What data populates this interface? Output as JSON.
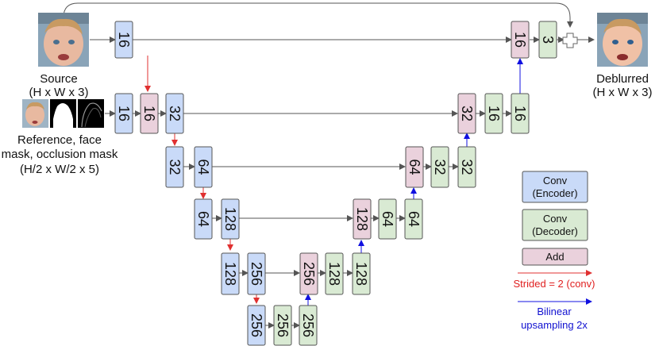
{
  "labels": {
    "source": [
      "Source",
      "(H x W x 3)"
    ],
    "deblurred": [
      "Deblurred",
      "(H x W x 3)"
    ],
    "reference": [
      "Reference, face",
      "mask, occlusion mask",
      "(H/2 x W/2 x 5)"
    ]
  },
  "blocks": {
    "enc_16_top": "16",
    "enc_16_l1": "16",
    "add_16_l1": "16",
    "enc_32_l1": "32",
    "enc_32_l2": "32",
    "enc_64_l2": "64",
    "enc_64_l3": "64",
    "enc_128_l3": "128",
    "enc_128_l4": "128",
    "enc_256_l4": "256",
    "enc_256_l5": "256",
    "dec_256_l5a": "256",
    "dec_256_l5b": "256",
    "add_256_l4": "256",
    "dec_128_l4a": "128",
    "dec_128_l4b": "128",
    "add_128_l3": "128",
    "dec_64_l3a": "64",
    "dec_64_l3b": "64",
    "add_64_l2": "64",
    "dec_32_l2a": "32",
    "dec_32_l2b": "32",
    "add_32_l1": "32",
    "dec_16_l1a": "16",
    "dec_16_l1b": "16",
    "add_16_top": "16",
    "dec_3_top": "3"
  },
  "legend": {
    "encoder": [
      "Conv",
      "(Encoder)"
    ],
    "decoder": [
      "Conv",
      "(Decoder)"
    ],
    "add": "Add",
    "strided": "Strided = 2 (conv)",
    "bilinear": [
      "Bilinear",
      "upsampling 2x"
    ]
  },
  "colors": {
    "encoder": "#c9daf8",
    "decoder": "#d9ead3",
    "add": "#ead1dc",
    "strided_arrow": "#e03030",
    "upsample_arrow": "#1010e0",
    "line": "#555555",
    "legend_red_text": "#e02020",
    "legend_blue_text": "#1010d0"
  },
  "icons": [
    "face-photo-icon",
    "face-mask-icon",
    "occlusion-mask-icon",
    "plus-icon"
  ]
}
